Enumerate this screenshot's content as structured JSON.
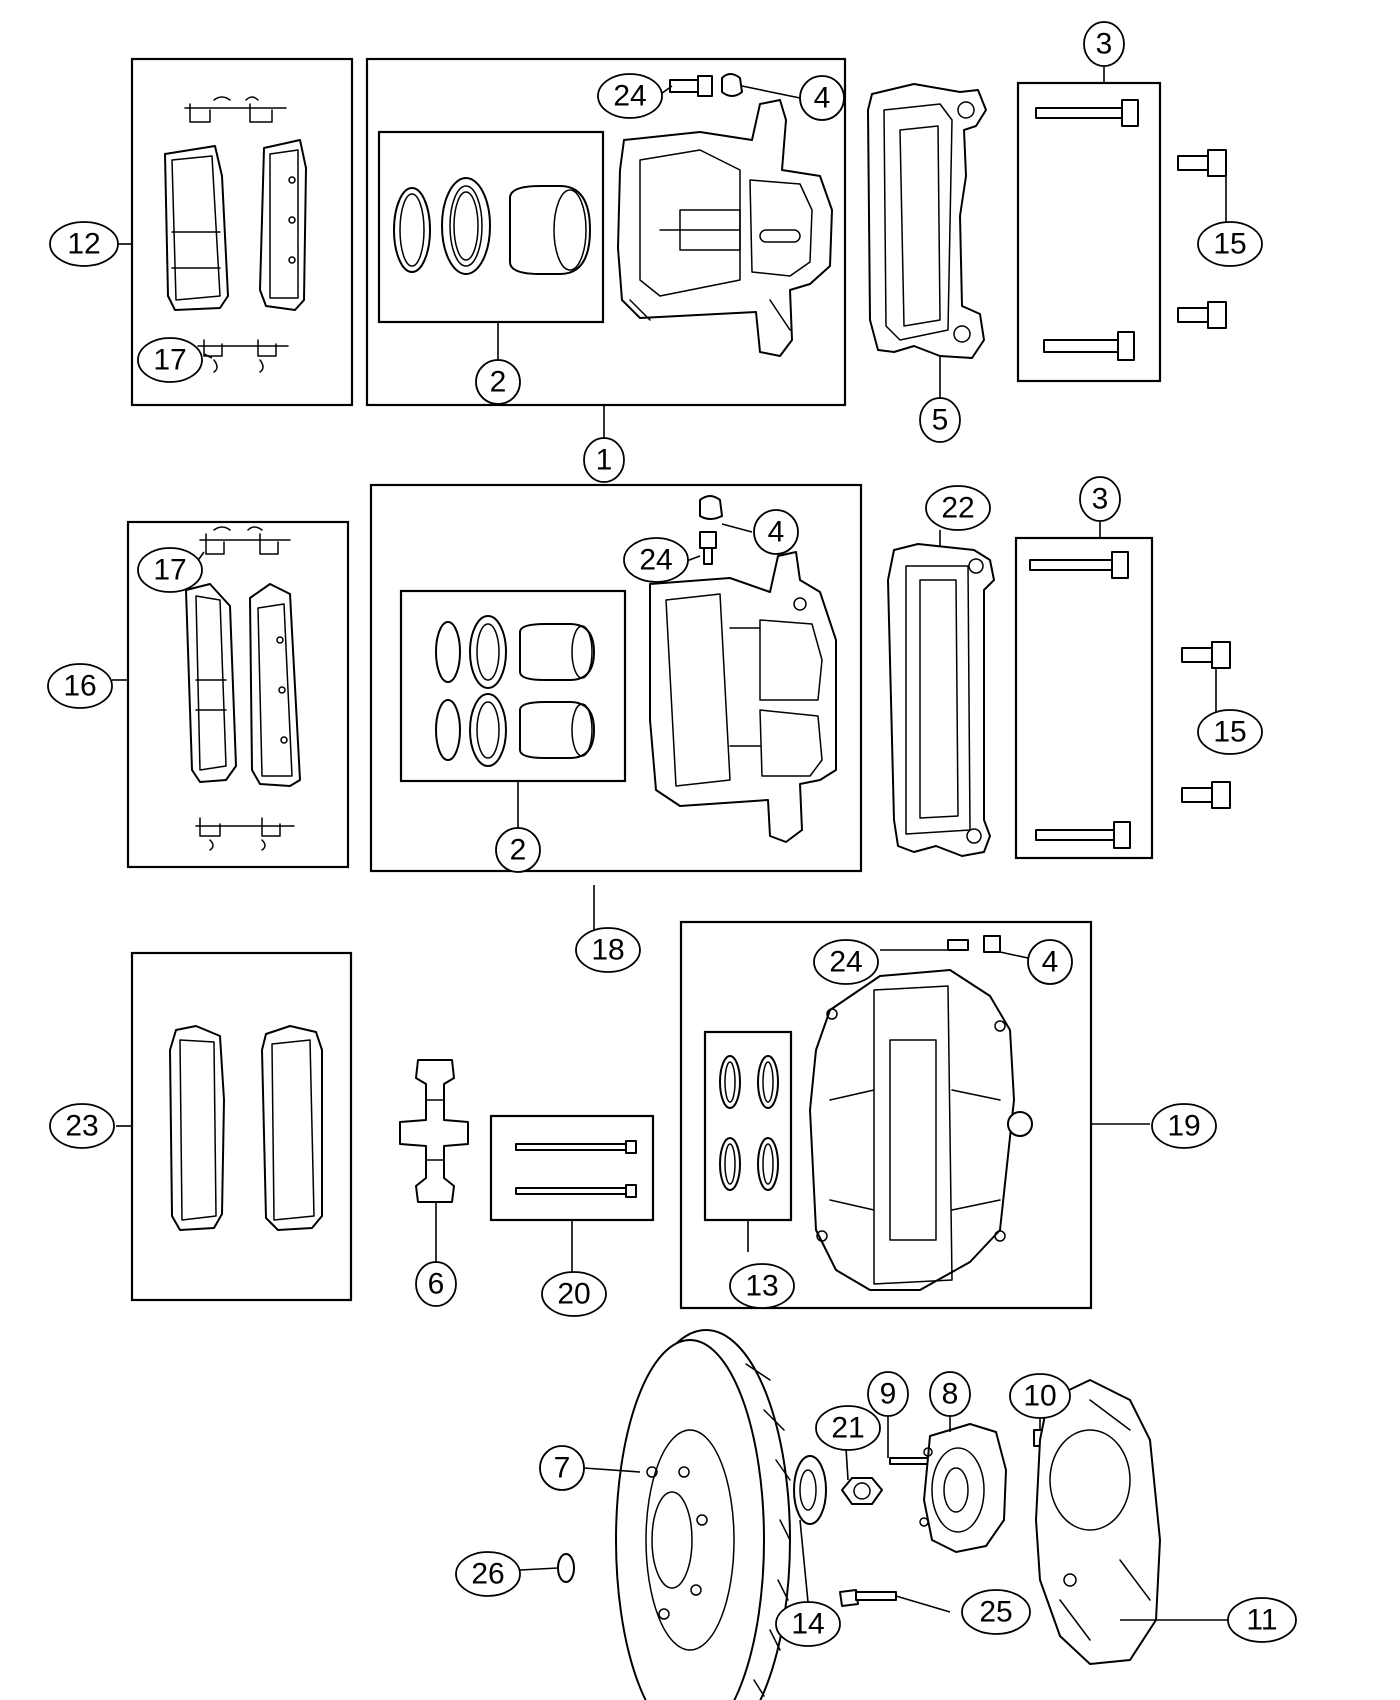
{
  "callouts": [
    {
      "id": "c1",
      "label": "1"
    },
    {
      "id": "c2a",
      "label": "2"
    },
    {
      "id": "c2b",
      "label": "2"
    },
    {
      "id": "c3a",
      "label": "3"
    },
    {
      "id": "c3b",
      "label": "3"
    },
    {
      "id": "c4a",
      "label": "4"
    },
    {
      "id": "c4b",
      "label": "4"
    },
    {
      "id": "c4c",
      "label": "4"
    },
    {
      "id": "c5",
      "label": "5"
    },
    {
      "id": "c6",
      "label": "6"
    },
    {
      "id": "c7",
      "label": "7"
    },
    {
      "id": "c8",
      "label": "8"
    },
    {
      "id": "c9",
      "label": "9"
    },
    {
      "id": "c10",
      "label": "10"
    },
    {
      "id": "c11",
      "label": "11"
    },
    {
      "id": "c12",
      "label": "12"
    },
    {
      "id": "c13",
      "label": "13"
    },
    {
      "id": "c14",
      "label": "14"
    },
    {
      "id": "c15a",
      "label": "15"
    },
    {
      "id": "c15b",
      "label": "15"
    },
    {
      "id": "c16",
      "label": "16"
    },
    {
      "id": "c17a",
      "label": "17"
    },
    {
      "id": "c17b",
      "label": "17"
    },
    {
      "id": "c18",
      "label": "18"
    },
    {
      "id": "c19",
      "label": "19"
    },
    {
      "id": "c20",
      "label": "20"
    },
    {
      "id": "c21",
      "label": "21"
    },
    {
      "id": "c22",
      "label": "22"
    },
    {
      "id": "c23",
      "label": "23"
    },
    {
      "id": "c24a",
      "label": "24"
    },
    {
      "id": "c24b",
      "label": "24"
    },
    {
      "id": "c24c",
      "label": "24"
    },
    {
      "id": "c25",
      "label": "25"
    },
    {
      "id": "c26",
      "label": "26"
    }
  ]
}
